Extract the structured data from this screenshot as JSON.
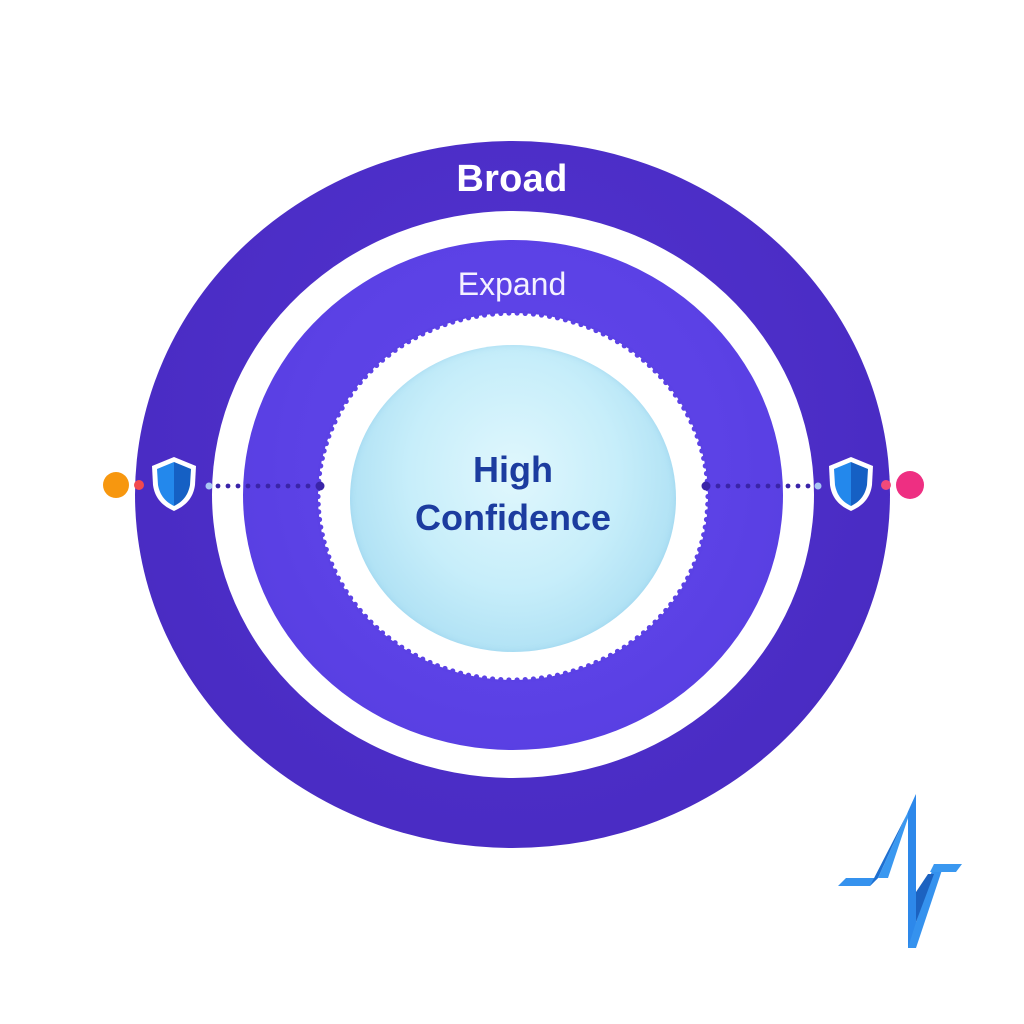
{
  "diagram": {
    "type": "concentric-rings",
    "rings": [
      {
        "id": "outer",
        "label": "Broad",
        "color": "#4a2cc4"
      },
      {
        "id": "middle",
        "label": "Expand",
        "color": "#5b41e5"
      },
      {
        "id": "core",
        "label_line1": "High",
        "label_line2": "Confidence",
        "color": "#c7eefa",
        "text_color": "#1c3c9f"
      }
    ],
    "left_marker": {
      "icon": "shield-icon",
      "dots": [
        {
          "color": "#f7970f",
          "size": "large"
        },
        {
          "color": "#f2494e",
          "size": "small"
        }
      ],
      "connector": "dotted-line"
    },
    "right_marker": {
      "icon": "shield-icon",
      "dots": [
        {
          "color": "#ee2f82",
          "size": "large"
        },
        {
          "color": "#f04a7a",
          "size": "small"
        }
      ],
      "connector": "dotted-line"
    },
    "logo": {
      "icon": "pulse-logo-icon",
      "color": "#2f8ff0"
    }
  }
}
